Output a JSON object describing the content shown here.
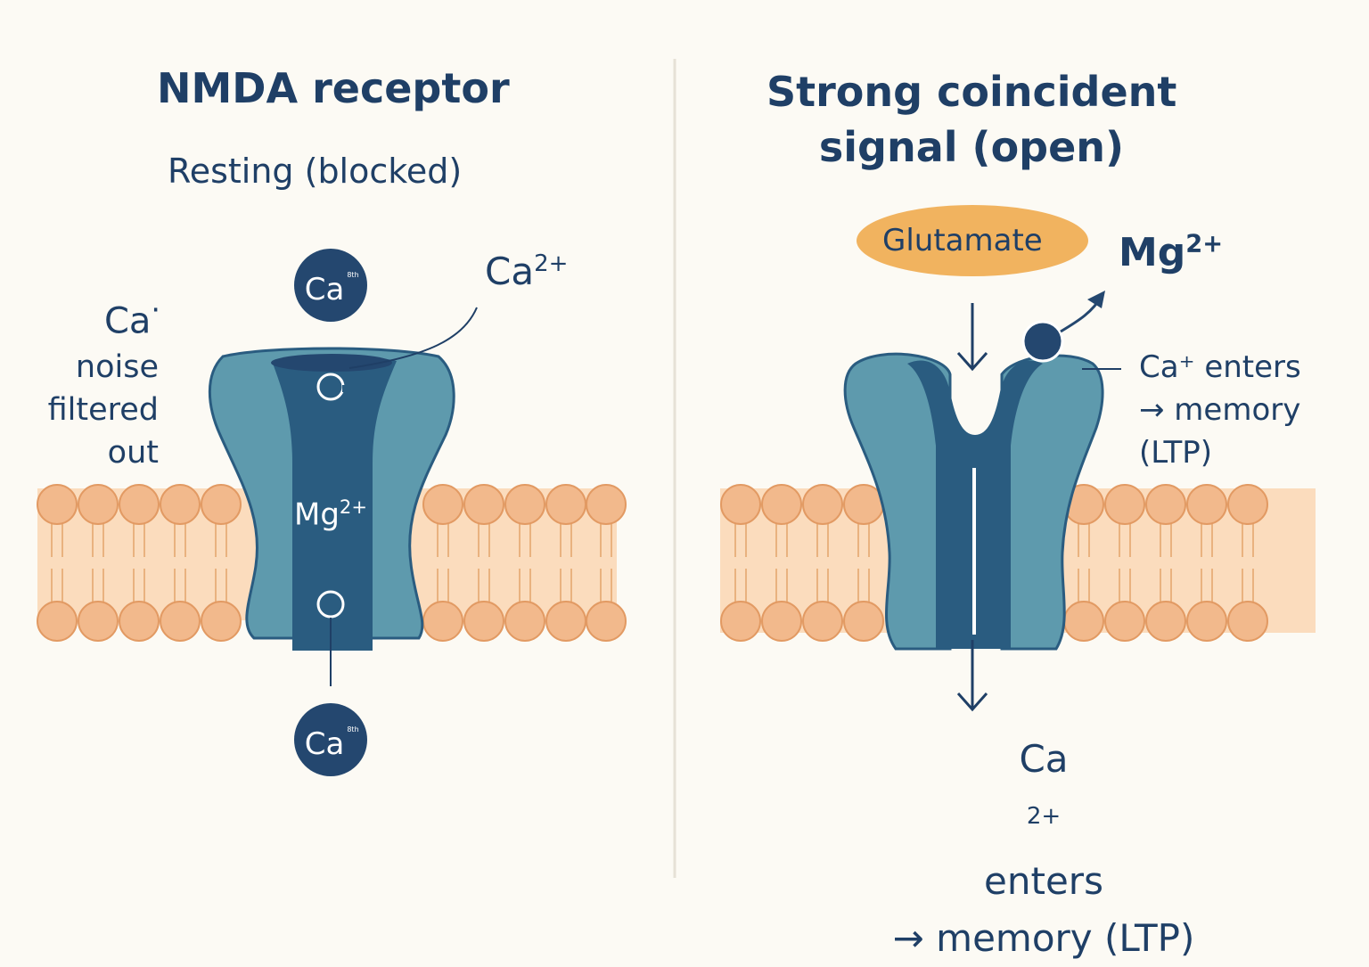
{
  "left_panel": {
    "title": "NMDA receptor",
    "subtitle": "Resting (blocked)",
    "ca_top_ion": "Ca",
    "ca_top_sup": "8th",
    "ca2_label": "Ca",
    "ca2_sup": "2+",
    "ca_side_label": "Ca",
    "ca_side_sup": "·",
    "noise_lines": [
      "noise",
      "filtered",
      "out"
    ],
    "mg_label": "Mg",
    "mg_sup": "2+",
    "ca_bottom_ion": "Ca",
    "ca_bottom_sup": "8th"
  },
  "right_panel": {
    "title_lines": [
      "Strong coincident",
      "signal (open)"
    ],
    "glutamate_label": "Glutamate",
    "mg_label": "Mg",
    "mg_sup": "2+",
    "enters_lines": [
      "Ca⁺ enters",
      "→ memory",
      "(LTP)"
    ],
    "bottom_ca": "Ca",
    "bottom_ca_sup": "2+",
    "bottom_enters": "enters",
    "bottom_memory": "→ memory (LTP)"
  },
  "colors": {
    "background": "#fcfaf4",
    "text": "#1f3f66",
    "protein_light": "#5e9aad",
    "protein_dark": "#2a5c80",
    "lipid_head": "#f2b98c",
    "lipid_body": "#fbdcbd",
    "glutamate": "#f1b35f",
    "ion": "#24476f"
  }
}
